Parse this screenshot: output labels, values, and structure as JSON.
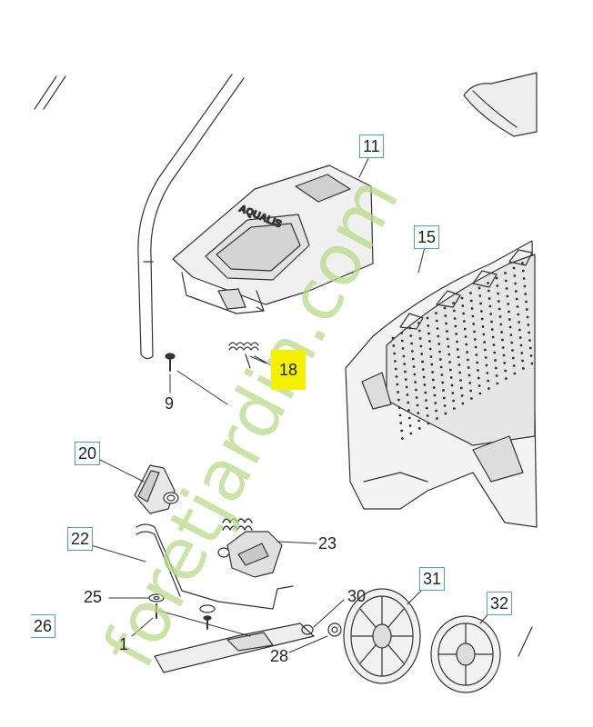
{
  "callouts": {
    "c11": "11",
    "c15": "15",
    "c18": "18",
    "c9": "9",
    "c20": "20",
    "c22": "22",
    "c23": "23",
    "c25": "25",
    "c1": "1",
    "c26": "26",
    "c30": "30",
    "c31": "31",
    "c32": "32",
    "c28": "28"
  },
  "cover_emboss": "AQUALIS",
  "watermark_text": "foretjardin.com",
  "colors": {
    "callout_border": "#4a9fd8",
    "highlight": "#f4f000",
    "watermark_green": "#b8d98a",
    "watermark_orange": "#f0b48a",
    "line": "#333333"
  }
}
